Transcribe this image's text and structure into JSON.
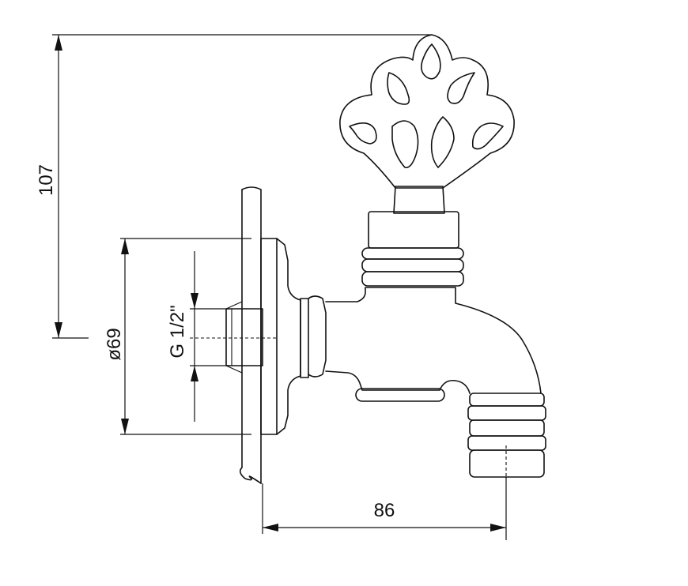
{
  "dimensions": {
    "height": "107",
    "flange_diameter": "ø69",
    "thread": "G 1/2\"",
    "projection": "86"
  },
  "colors": {
    "line": "#111111",
    "background": "#ffffff"
  }
}
